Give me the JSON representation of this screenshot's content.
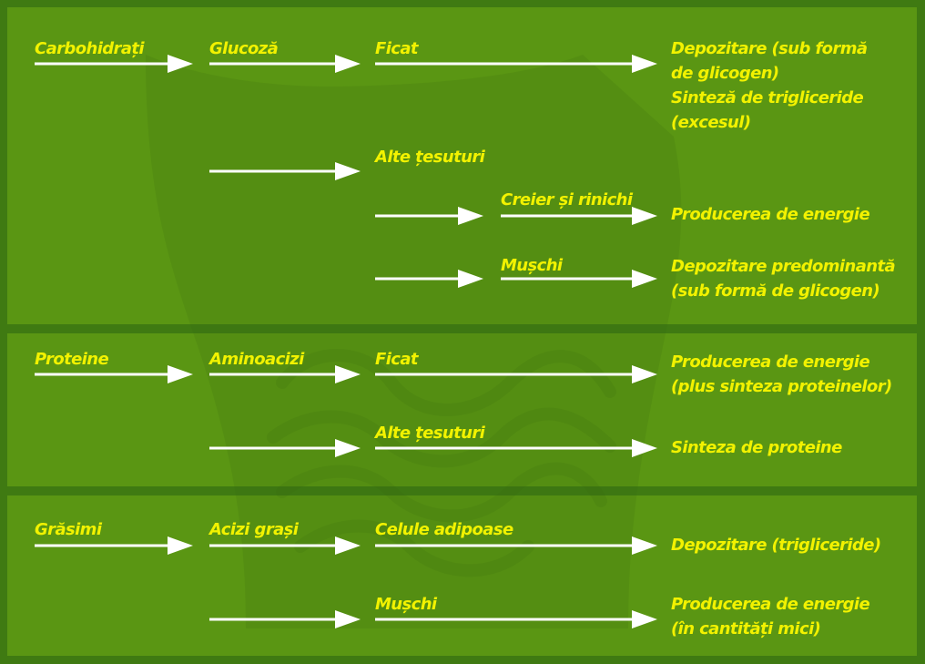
{
  "sections": [
    {
      "nutrient": "Carbohidrați",
      "intermediate": "Glucoză",
      "pathways": [
        {
          "organ": "Ficat",
          "outcome": "Depozitare (sub formă\nde glicogen)\nSinteză de trigliceride\n(excesul)"
        },
        {
          "organ": "Alte țesuturi",
          "outcome": ""
        },
        {
          "organ": "Creier și rinichi",
          "outcome": "Producerea de energie"
        },
        {
          "organ": "Mușchi",
          "outcome": "Depozitare predominantă\n(sub formă de glicogen)"
        }
      ]
    },
    {
      "nutrient": "Proteine",
      "intermediate": "Aminoacizi",
      "pathways": [
        {
          "organ": "Ficat",
          "outcome": "Producerea de energie\n(plus sinteza proteinelor)"
        },
        {
          "organ": "Alte țesuturi",
          "outcome": "Sinteza de proteine"
        }
      ]
    },
    {
      "nutrient": "Grăsimi",
      "intermediate": "Acizi grași",
      "pathways": [
        {
          "organ": "Celule adipoase",
          "outcome": "Depozitare (trigliceride)"
        },
        {
          "organ": "Mușchi",
          "outcome": "Producerea de energie\n(în cantități mici)"
        }
      ]
    }
  ],
  "colors": {
    "background": "#3f7a12",
    "panel": "#5a9613",
    "label": "#f2f200",
    "arrow": "#ffffff"
  }
}
